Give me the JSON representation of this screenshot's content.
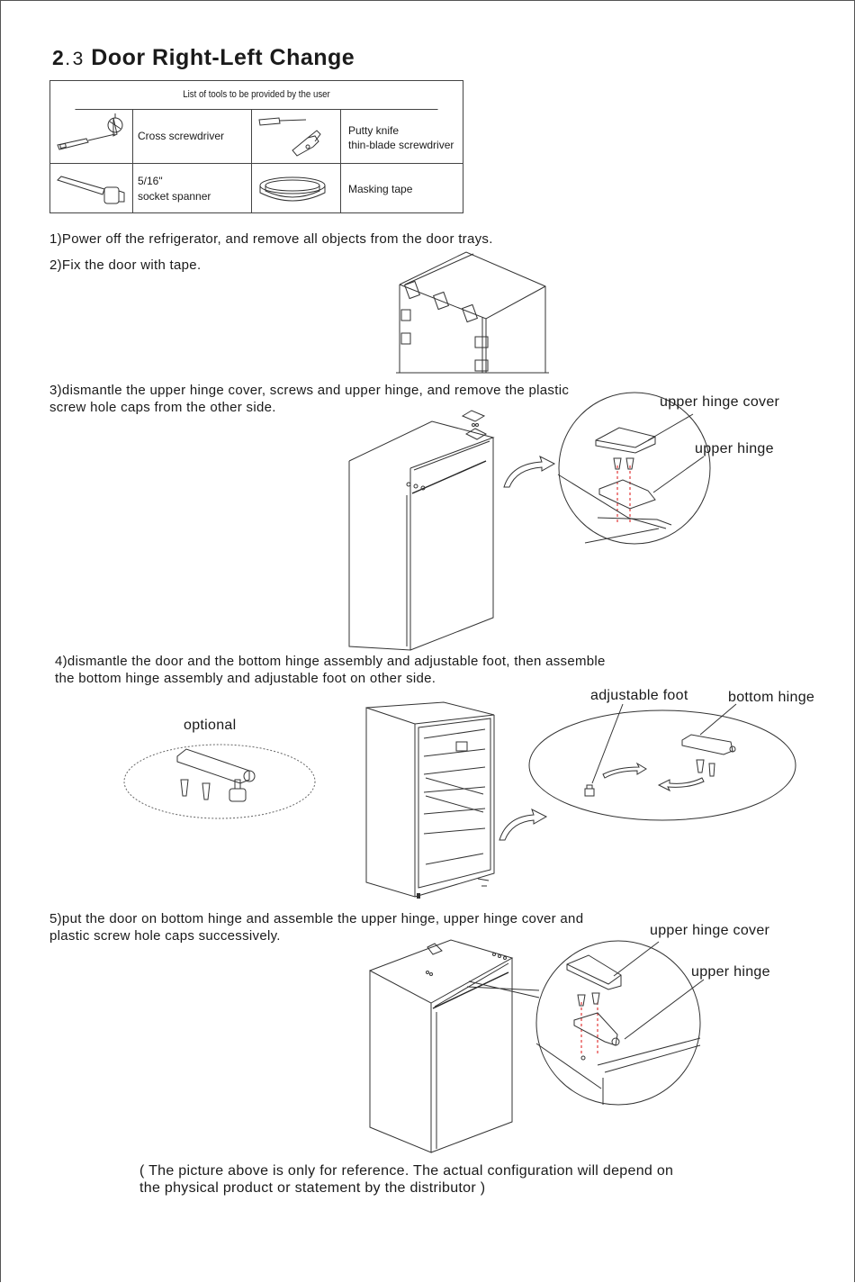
{
  "section": {
    "number": "2",
    "dot_number": "3",
    "title": "Door Right-Left Change"
  },
  "tools_table": {
    "header": "List of tools to be provided by the user",
    "items": [
      {
        "icon": "screwdriver-icon",
        "lines": [
          "Cross screwdriver"
        ]
      },
      {
        "icon": "putty-knife-icon",
        "lines": [
          "Putty knife",
          "thin-blade screwdriver"
        ]
      },
      {
        "icon": "socket-spanner-icon",
        "lines": [
          "5/16\"",
          "socket spanner"
        ]
      },
      {
        "icon": "masking-tape-icon",
        "lines": [
          "Masking tape"
        ]
      }
    ]
  },
  "steps": [
    {
      "lines": [
        "1)Power off the refrigerator, and remove all objects from the door trays."
      ]
    },
    {
      "lines": [
        "2)Fix the door with tape."
      ]
    },
    {
      "lines": [
        "3)dismantle the upper  hinge cover, screws and upper hinge, and remove the plastic",
        "screw hole caps from the other side."
      ]
    },
    {
      "lines": [
        "4)dismantle the door and the bottom hinge assembly and adjustable foot, then assemble",
        "the bottom hinge assembly and adjustable foot on other side."
      ]
    },
    {
      "lines": [
        "5)put the door on bottom hinge and assemble the upper hinge, upper hinge cover and",
        "plastic screw hole caps successively."
      ]
    }
  ],
  "callouts": {
    "step3_cover": "upper hinge cover",
    "step3_hinge": "upper hinge",
    "step4_optional": "optional",
    "step4_foot": "adjustable foot",
    "step4_hinge": "bottom hinge",
    "step5_cover": "upper hinge cover",
    "step5_hinge": "upper hinge"
  },
  "footnote": {
    "lines": [
      "( The picture above is only for reference. The actual configuration will depend on",
      "the physical product or statement by the distributor )"
    ]
  }
}
